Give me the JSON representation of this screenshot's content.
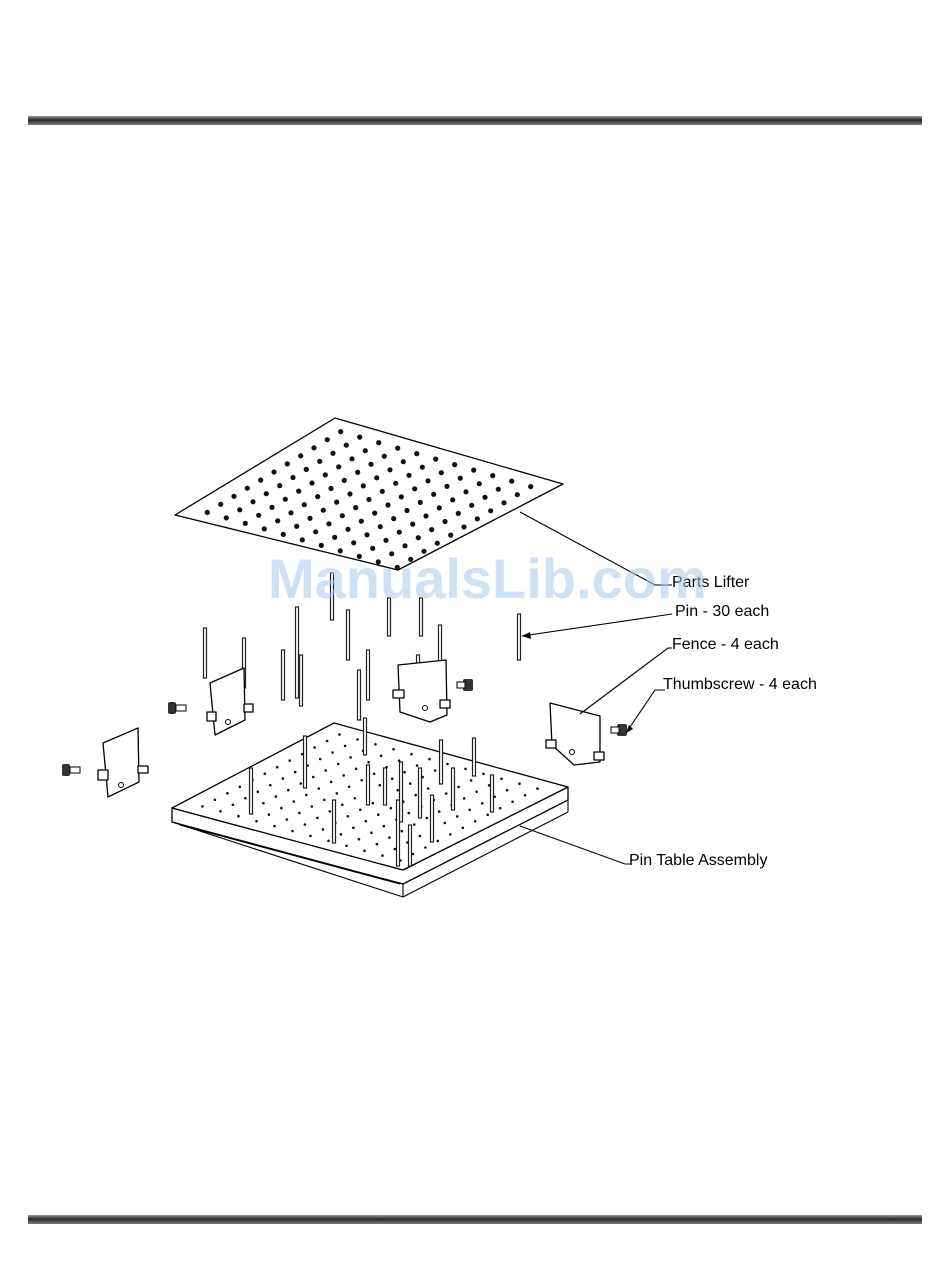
{
  "watermark": "ManualsLib.com",
  "callouts": [
    {
      "id": "parts-lifter",
      "label": "Parts Lifter"
    },
    {
      "id": "pin",
      "label": "Pin - 30 each"
    },
    {
      "id": "fence",
      "label": "Fence - 4 each"
    },
    {
      "id": "thumbscrew",
      "label": "Thumbscrew - 4 each"
    },
    {
      "id": "pin-table-assembly",
      "label": "Pin Table Assembly"
    }
  ],
  "colors": {
    "rule": "#2a2a2a",
    "watermark": "#a9c9ee",
    "line": "#000000"
  }
}
